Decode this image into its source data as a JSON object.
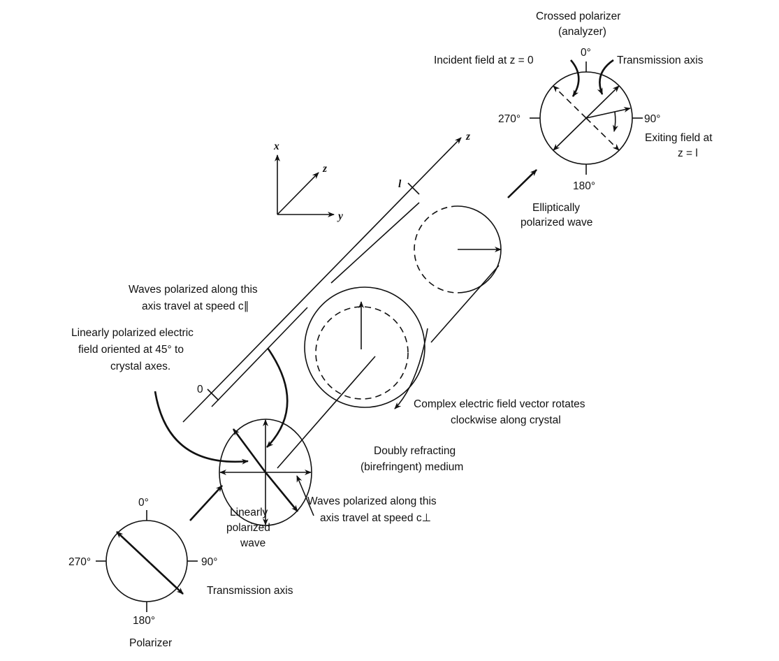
{
  "axes": {
    "x": "x",
    "y": "y",
    "z": "z",
    "z_long": "z",
    "tick_zero": "0",
    "tick_l": "l"
  },
  "analyzer": {
    "title_line1": "Crossed polarizer",
    "title_line2": "(analyzer)",
    "deg_0": "0°",
    "deg_90": "90°",
    "deg_180": "180°",
    "deg_270": "270°",
    "incident": "Incident field at z = 0",
    "transmission": "Transmission axis",
    "exiting_line1": "Exiting field at",
    "exiting_line2": "z = l"
  },
  "elliptical": {
    "line1": "Elliptically",
    "line2": "polarized wave"
  },
  "parallel_wave": {
    "line1": "Waves polarized along this",
    "line2": "axis travel at speed c∥"
  },
  "linear_field": {
    "line1": "Linearly polarized electric",
    "line2": "field oriented at 45° to",
    "line3": "crystal axes."
  },
  "rotation": {
    "line1": "Complex electric field vector rotates",
    "line2": "clockwise along crystal"
  },
  "medium": {
    "line1": "Doubly refracting",
    "line2": "(birefringent) medium"
  },
  "perp_wave": {
    "line1": "Waves polarized along this",
    "line2": "axis travel at speed c⊥"
  },
  "linear_wave": {
    "line1": "Linearly",
    "line2": "polarized",
    "line3": "wave"
  },
  "polarizer": {
    "deg_0": "0°",
    "deg_90": "90°",
    "deg_180": "180°",
    "deg_270": "270°",
    "transmission": "Transmission axis",
    "label": "Polarizer"
  }
}
